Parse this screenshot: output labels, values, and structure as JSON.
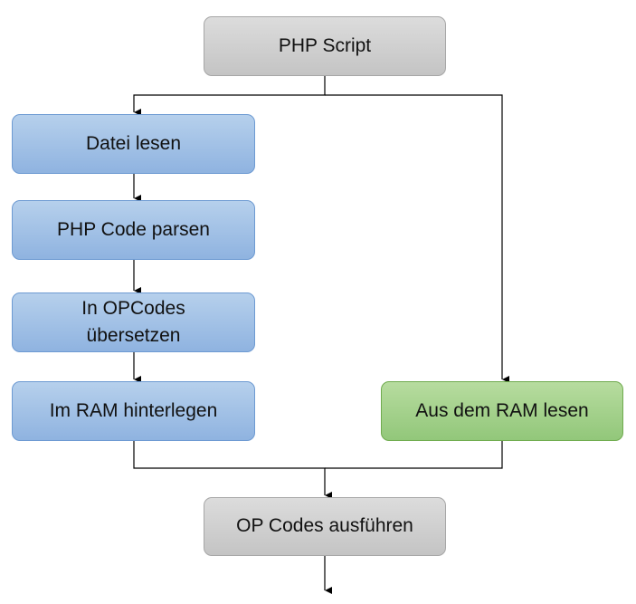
{
  "diagram": {
    "nodes": {
      "php_script": {
        "label": "PHP Script"
      },
      "datei_lesen": {
        "label": "Datei lesen"
      },
      "code_parsen": {
        "label": "PHP Code parsen"
      },
      "opcodes_uebersetzen": {
        "label": "In OPCodes\nübersetzen"
      },
      "ram_hinterlegen": {
        "label": "Im RAM hinterlegen"
      },
      "ram_lesen": {
        "label": "Aus dem RAM lesen"
      },
      "opcodes_ausfuehren": {
        "label": "OP Codes ausführen"
      }
    },
    "edges": [
      {
        "from": "php_script",
        "to": "datei_lesen"
      },
      {
        "from": "php_script",
        "to": "ram_lesen"
      },
      {
        "from": "datei_lesen",
        "to": "code_parsen"
      },
      {
        "from": "code_parsen",
        "to": "opcodes_uebersetzen"
      },
      {
        "from": "opcodes_uebersetzen",
        "to": "ram_hinterlegen"
      },
      {
        "from": "ram_hinterlegen",
        "to": "opcodes_ausfuehren"
      },
      {
        "from": "ram_lesen",
        "to": "opcodes_ausfuehren"
      }
    ],
    "colors": {
      "process": "#9dbde6",
      "cache_hit": "#a3d08c",
      "terminal": "#d0d0d0",
      "line": "#000000"
    }
  }
}
